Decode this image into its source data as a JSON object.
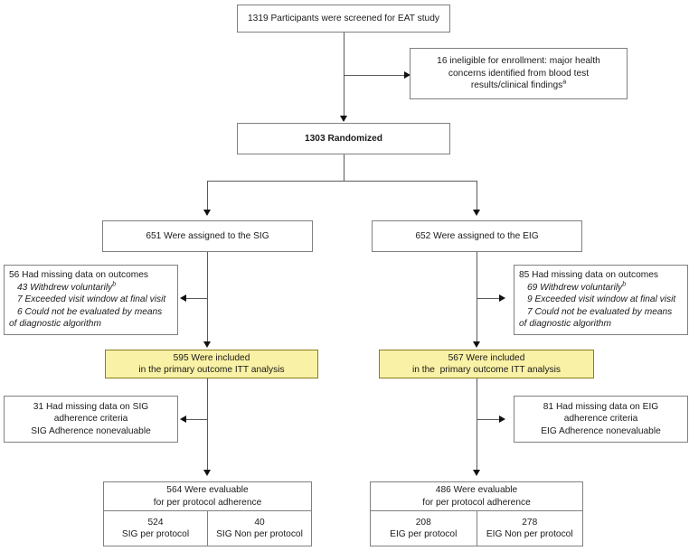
{
  "diagram": {
    "type": "CONSORT participant flow chart",
    "nodes": {
      "screened": {
        "line1": "1319 Participants were screened for EAT study"
      },
      "ineligible": {
        "line1": "16 ineligible for enrollment: major health",
        "line2": "concerns identified from blood test",
        "line3": "results/clinical findings",
        "footnote": "a"
      },
      "randomized": {
        "line1": "1303 Randomized"
      },
      "sig_assigned": {
        "line1": "651 Were assigned to the SIG"
      },
      "eig_assigned": {
        "line1": "652 Were assigned to the EIG"
      },
      "sig_missing": {
        "line1": "56 Had missing data on outcomes",
        "line2": "43 Withdrew voluntarily",
        "line2_footnote": "b",
        "line3": "7 Exceeded visit window at final visit",
        "line4": "6 Could not be evaluated by means",
        "line5": "of diagnostic algorithm"
      },
      "eig_missing": {
        "line1": "85 Had missing data on outcomes",
        "line2": "69 Withdrew voluntarily",
        "line2_footnote": "b",
        "line3": "9 Exceeded visit window at final visit",
        "line4": "7 Could not be evaluated by means",
        "line5": "of diagnostic algorithm"
      },
      "sig_itt": {
        "line1": "595 Were included",
        "line2": "in the primary outcome ITT analysis"
      },
      "eig_itt": {
        "line1": "567 Were included",
        "line2": "in the  primary outcome ITT analysis"
      },
      "sig_adherence_missing": {
        "line1": "31 Had missing data on SIG",
        "line2": "adherence criteria",
        "line3": "SIG Adherence nonevaluable"
      },
      "eig_adherence_missing": {
        "line1": "81 Had missing data on EIG",
        "line2": "adherence criteria",
        "line3": "EIG Adherence nonevaluable"
      },
      "sig_evaluable": {
        "line1": "564 Were evaluable",
        "line2": "for per protocol adherence",
        "cell1_value": "524",
        "cell1_label": "SIG per protocol",
        "cell2_value": "40",
        "cell2_label": "SIG Non per protocol"
      },
      "eig_evaluable": {
        "line1": "486 Were evaluable",
        "line2": "for per protocol adherence",
        "cell1_value": "208",
        "cell1_label": "EIG per protocol",
        "cell2_value": "278",
        "cell2_label": "EIG Non per protocol"
      }
    },
    "colors": {
      "highlight_fill": "#f9f1a5",
      "highlight_border": "#8a7c20",
      "box_border": "#808080",
      "connector": "#5a5a5a",
      "arrowhead": "#111111",
      "text": "#1a1a1a",
      "background": "#ffffff"
    }
  }
}
